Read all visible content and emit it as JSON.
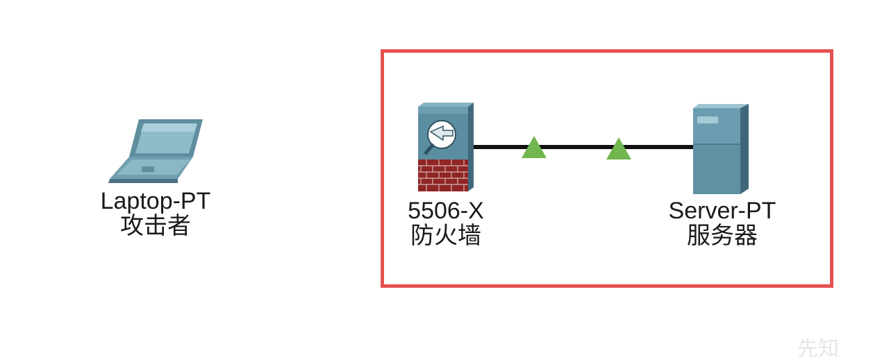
{
  "devices": {
    "laptop": {
      "model": "Laptop-PT",
      "name": "攻击者",
      "icon": "laptop-icon"
    },
    "firewall": {
      "model": "5506-X",
      "name": "防火墙",
      "icon": "firewall-icon"
    },
    "server": {
      "model": "Server-PT",
      "name": "服务器",
      "icon": "server-icon"
    }
  },
  "link": {
    "status": "up",
    "status_color": "#72b64f",
    "cable_color": "#111111"
  },
  "highlight": {
    "color": "#e4524f"
  },
  "watermark": {
    "text": "先知"
  }
}
